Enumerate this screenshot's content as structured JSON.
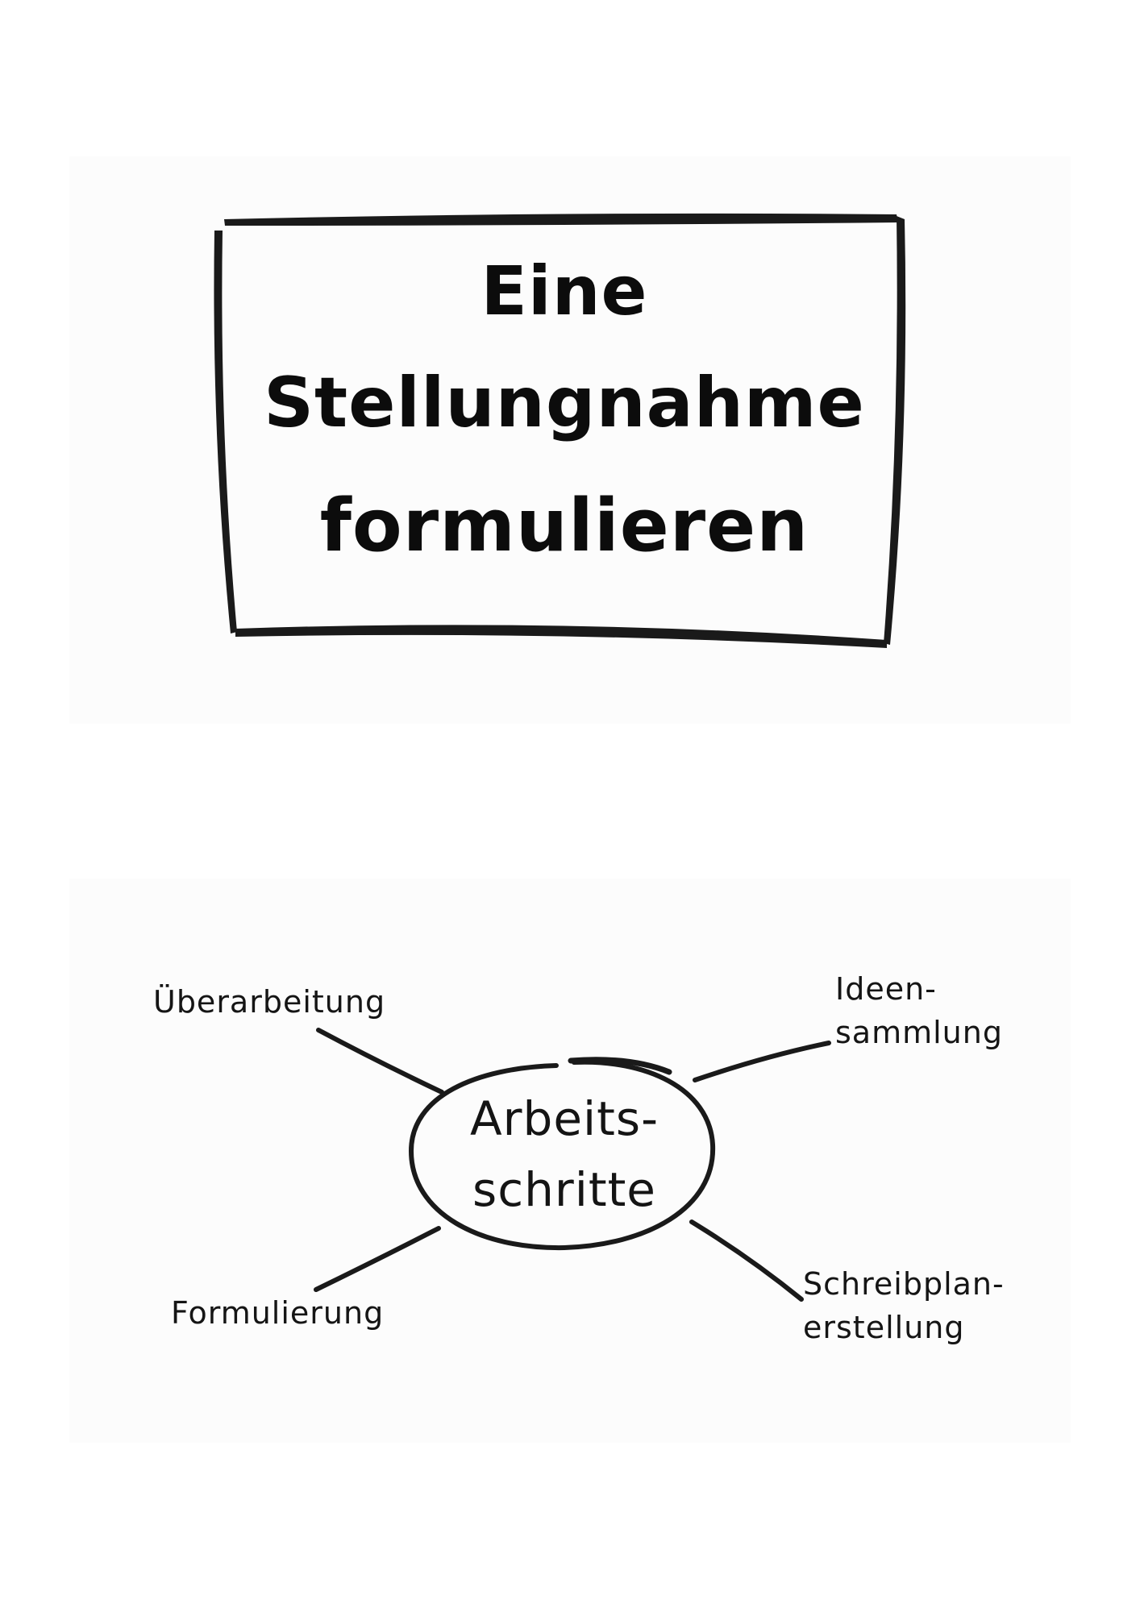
{
  "title": {
    "lines": [
      "Eine",
      "Stellungnahme",
      "formulieren"
    ]
  },
  "mindmap": {
    "center": {
      "lines": [
        "Arbeits-",
        "schritte"
      ]
    },
    "steps": {
      "top_left": {
        "lines": [
          "Überarbeitung"
        ]
      },
      "top_right": {
        "lines": [
          "Ideen-",
          "sammlung"
        ]
      },
      "bottom_right": {
        "lines": [
          "Schreibplan-",
          "erstellung"
        ]
      },
      "bottom_left": {
        "lines": [
          "Formulierung"
        ]
      }
    }
  },
  "colors": {
    "ink": "#111111",
    "panel": "#fcfcfc",
    "page": "#ffffff"
  }
}
